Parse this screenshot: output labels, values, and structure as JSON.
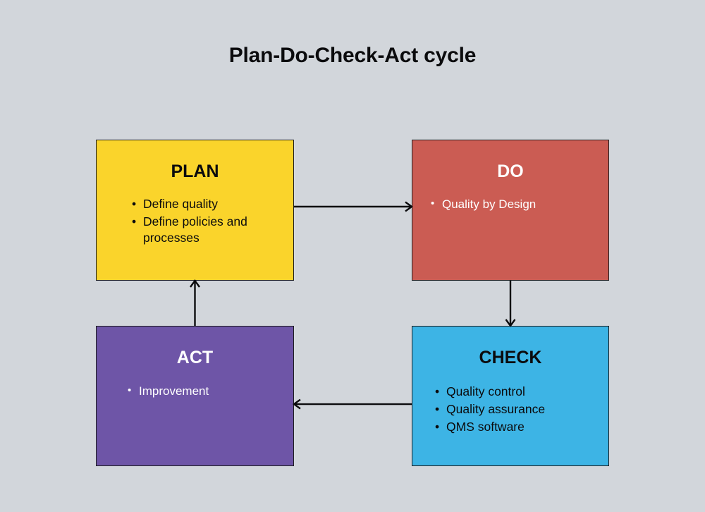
{
  "title": "Plan-Do-Check-Act cycle",
  "background_color": "#d2d6db",
  "nodes": [
    {
      "id": "plan",
      "title": "PLAN",
      "fill": "#fad42b",
      "text_color": "#0b0b0d",
      "items": [
        "Define quality",
        "Define policies and processes"
      ]
    },
    {
      "id": "do",
      "title": "DO",
      "fill": "#cb5c53",
      "text_color": "#ffffff",
      "items": [
        "Quality by Design"
      ]
    },
    {
      "id": "act",
      "title": "ACT",
      "fill": "#6e55a7",
      "text_color": "#ffffff",
      "items": [
        "Improvement"
      ]
    },
    {
      "id": "check",
      "title": "CHECK",
      "fill": "#3db4e5",
      "text_color": "#0b0b0d",
      "items": [
        "Quality control",
        "Quality assurance",
        "QMS software"
      ]
    }
  ],
  "arrows": [
    {
      "id": "plan-to-do",
      "from": "plan",
      "to": "do",
      "direction": "right"
    },
    {
      "id": "do-to-check",
      "from": "do",
      "to": "check",
      "direction": "down"
    },
    {
      "id": "check-to-act",
      "from": "check",
      "to": "act",
      "direction": "left"
    },
    {
      "id": "act-to-plan",
      "from": "act",
      "to": "plan",
      "direction": "up"
    }
  ],
  "arrow_color": "#0b0b0d"
}
